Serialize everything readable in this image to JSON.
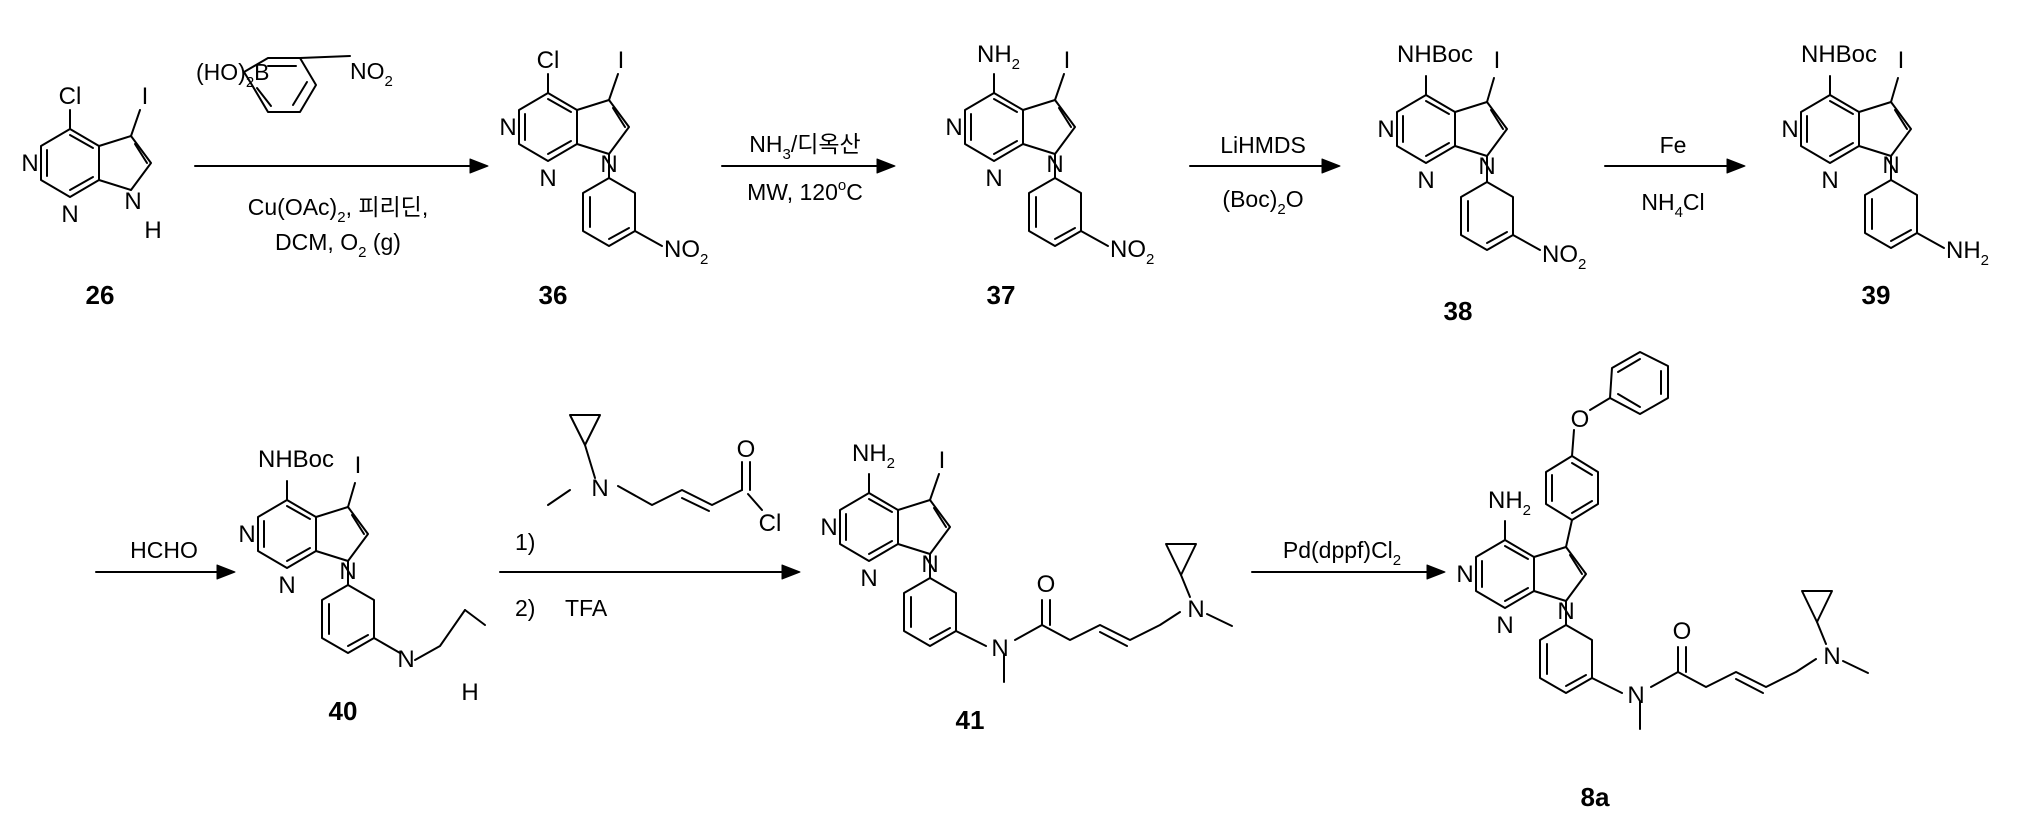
{
  "compounds": {
    "c26": {
      "id": "26"
    },
    "c36": {
      "id": "36"
    },
    "c37": {
      "id": "37"
    },
    "c38": {
      "id": "38"
    },
    "c39": {
      "id": "39"
    },
    "c40": {
      "id": "40"
    },
    "c41": {
      "id": "41"
    },
    "c8a": {
      "id": "8a"
    }
  },
  "atoms": {
    "cl": "Cl",
    "i": "I",
    "n": "N",
    "h": "H",
    "o": "O",
    "b": "B",
    "nh2": "NH",
    "nh2_sub": "2",
    "nhboc": "NHBoc",
    "no2": "NO",
    "no2_sub": "2",
    "boh2": "(HO)",
    "boh2_sub": "2"
  },
  "reactions": {
    "r1": {
      "line1_a": "Cu(OAc)",
      "line1_sub": "2",
      "line1_b": ", 피리딘,",
      "line2_a": "DCM, O",
      "line2_sub": "2",
      "line2_b": " (g)"
    },
    "r2": {
      "top_a": "NH",
      "top_sub": "3",
      "top_b": "/디옥산",
      "bottom_a": "MW, 120",
      "bottom_sup": "o",
      "bottom_b": "C"
    },
    "r3": {
      "top": "LiHMDS",
      "bottom_a": "(Boc)",
      "bottom_sub": "2",
      "bottom_b": "O"
    },
    "r4": {
      "top": "Fe",
      "bottom_a": "NH",
      "bottom_sub": "4",
      "bottom_b": "Cl"
    },
    "r5": {
      "top": "HCHO"
    },
    "r6": {
      "step1": "1)",
      "step2": "2)",
      "step2_reagent": "TFA"
    },
    "r7": {
      "top_a": "Pd(dppf)Cl",
      "top_sub": "2"
    }
  }
}
